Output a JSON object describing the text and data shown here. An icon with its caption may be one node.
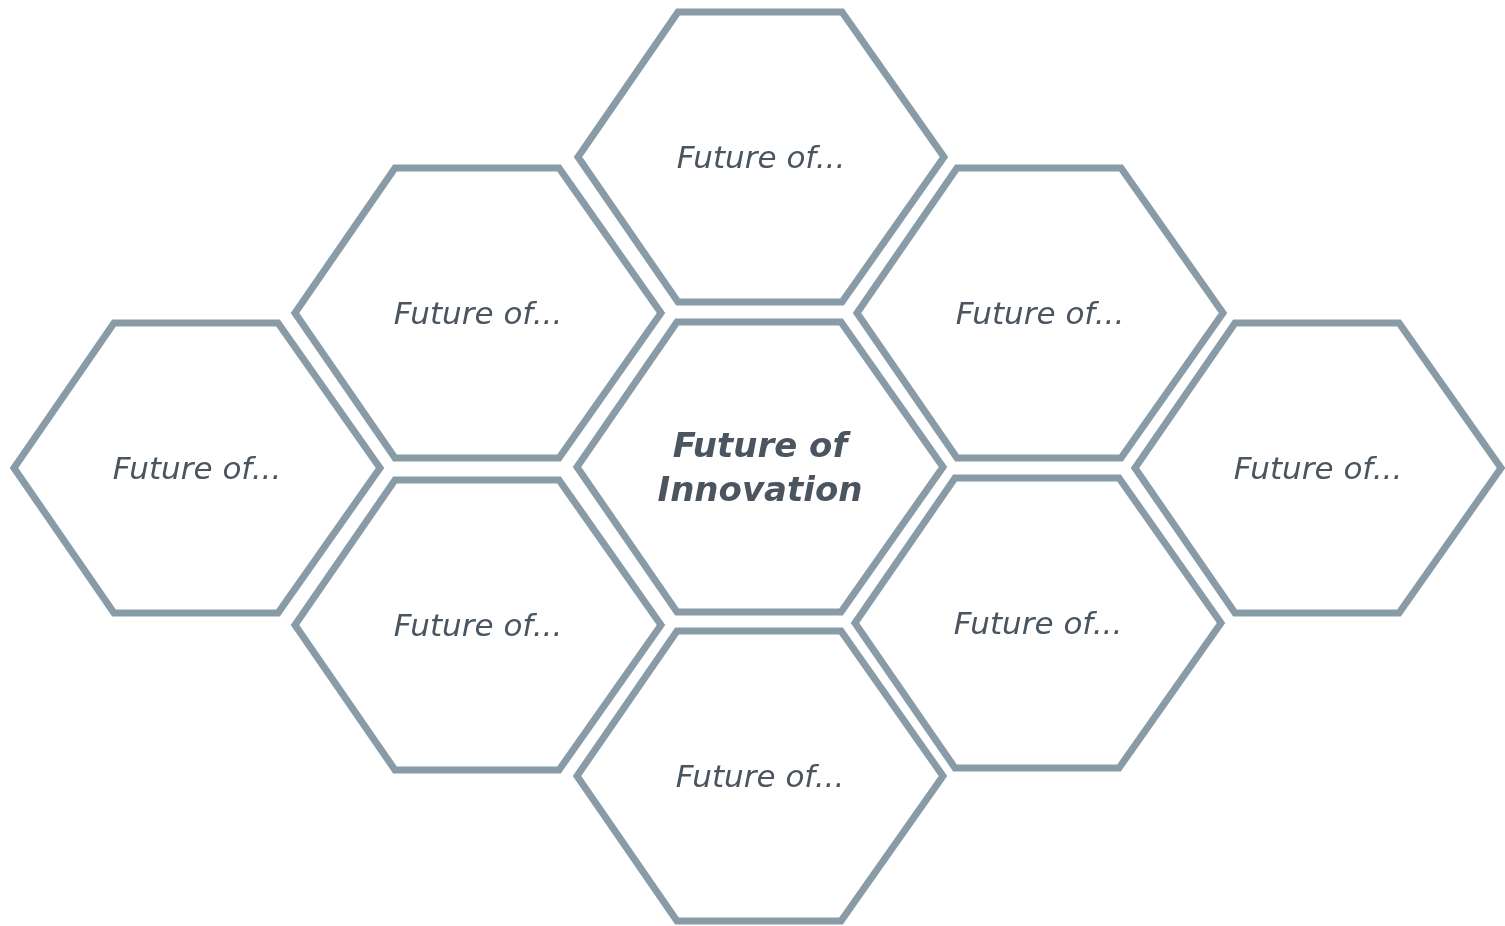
{
  "diagram": {
    "nodes": [
      {
        "text": [
          "Future of..."
        ]
      },
      {
        "text": [
          "Future of..."
        ]
      },
      {
        "text": [
          "Future of..."
        ]
      },
      {
        "text": [
          "Future of..."
        ]
      },
      {
        "text": [
          "Future of Innovation"
        ]
      },
      {
        "text": [
          "Future of..."
        ]
      },
      {
        "text": [
          "Future of..."
        ]
      },
      {
        "text": [
          "Future of..."
        ]
      },
      {
        "text": [
          "Future of..."
        ]
      }
    ]
  }
}
